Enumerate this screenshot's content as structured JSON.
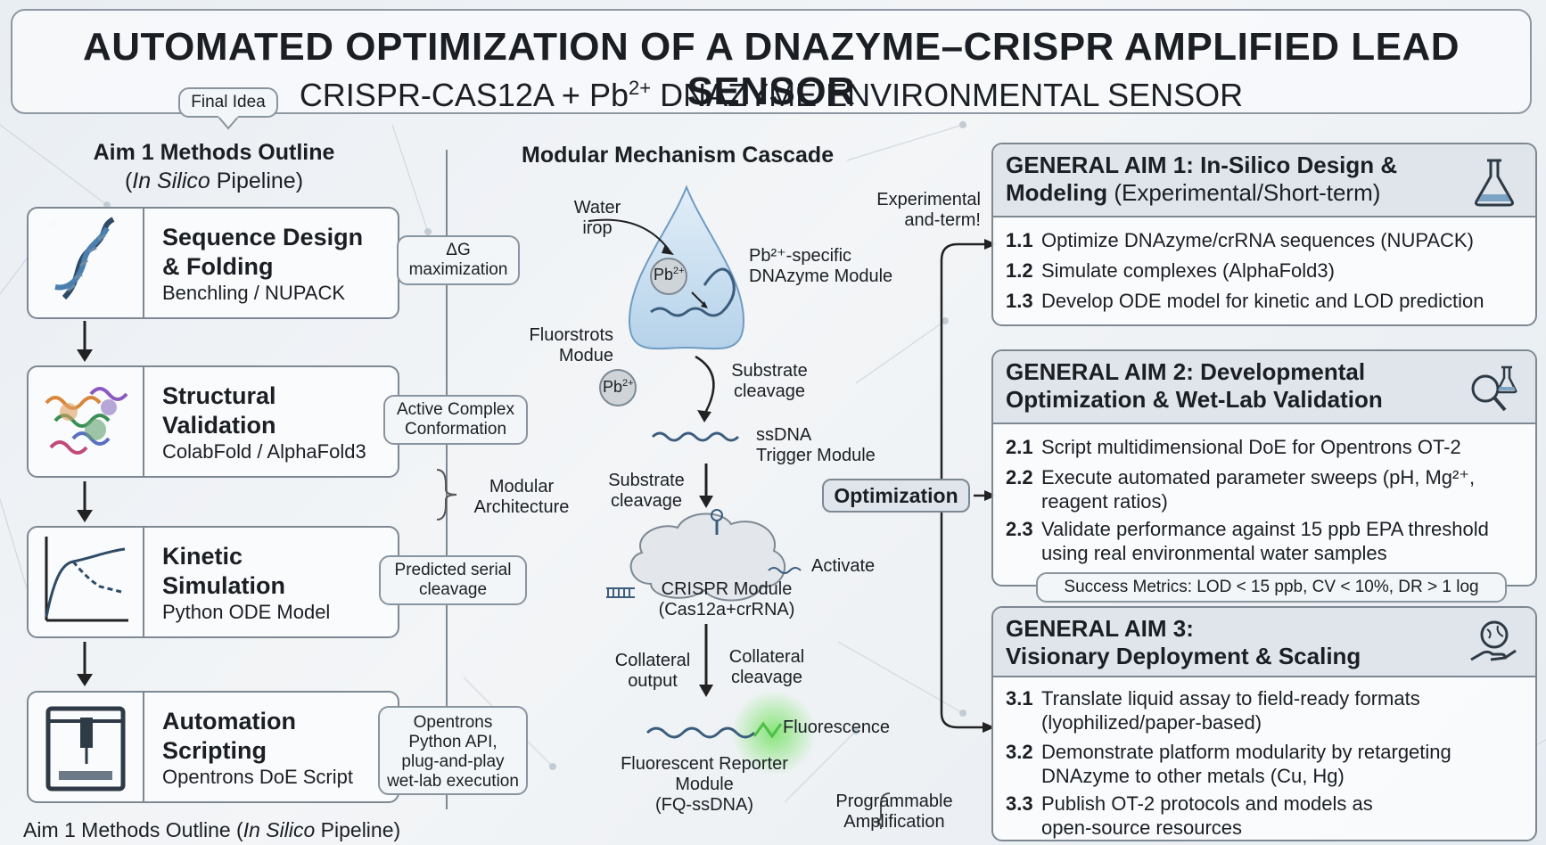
{
  "title": {
    "main": "AUTOMATED OPTIMIZATION OF A DNAZYME–CRISPR AMPLIFIED LEAD SENSOR",
    "sub_prefix": "CRISPR-CAS12A + Pb",
    "sub_sup": "2+",
    "sub_suffix": " DNAZYME ENVIRONMENTAL SENSOR"
  },
  "final_idea_tag": "Final Idea",
  "aim1_outline": {
    "heading": "Aim 1 Methods Outline",
    "sub_open": "(",
    "sub_italic": "In Silico",
    "sub_close": " Pipeline)",
    "footer_prefix": "Aim 1 Methods Outline (",
    "footer_italic": "In Silico",
    "footer_suffix": " Pipeline)",
    "steps": [
      {
        "title_1": "Sequence Design",
        "title_2": "& Folding",
        "subtitle": "Benchling / NUPACK",
        "note_1": "ΔG",
        "note_2": "maximization",
        "note_3": "",
        "note_4": "",
        "icon": "dna-helix-icon"
      },
      {
        "title_1": "Structural",
        "title_2": "Validation",
        "subtitle": "ColabFold / AlphaFold3",
        "note_1": "Active Complex",
        "note_2": "Conformation",
        "note_3": "",
        "note_4": "",
        "icon": "protein-structure-icon"
      },
      {
        "title_1": "Kinetic",
        "title_2": "Simulation",
        "subtitle": "Python ODE Model",
        "note_1": "Predicted serial",
        "note_2": "cleavage",
        "note_3": "",
        "note_4": "",
        "icon": "kinetic-curve-icon"
      },
      {
        "title_1": "Automation",
        "title_2": "Scripting",
        "subtitle": "Opentrons DoE Script",
        "note_1": "Opentrons",
        "note_2": "Python API,",
        "note_3": "plug-and-play",
        "note_4": "wet-lab execution",
        "icon": "liquid-handler-icon"
      }
    ],
    "modular_label_1": "Modular",
    "modular_label_2": "Architecture"
  },
  "cascade": {
    "heading": "Modular Mechanism Cascade",
    "water_1": "Water",
    "water_2": "irop",
    "pb_ion": "Pb",
    "pb_sup": "2+",
    "dnazyme_1": "Pb²⁺-specific",
    "dnazyme_2": "DNAzyme Module",
    "fluor_1": "Fluorstrots",
    "fluor_2": "Modue",
    "substrate1_1": "Substrate",
    "substrate1_2": "cleavage",
    "ssdna_1": "ssDNA",
    "ssdna_2": "Trigger Module",
    "substrate2_1": "Substrate",
    "substrate2_2": "cleavage",
    "activate": "Activate",
    "crispr_1": "CRISPR Module",
    "crispr_2": "(Cas12a+crRNA)",
    "collateral_out_1": "Collateral",
    "collateral_out_2": "output",
    "collateral_clv_1": "Collateral",
    "collateral_clv_2": "cleavage",
    "fluorescence": "Fluorescence",
    "reporter_1": "Fluorescent Reporter",
    "reporter_2": "Module",
    "reporter_3": "(FQ-ssDNA)",
    "programmable_1": "Programmable",
    "programmable_2": "Amplification",
    "experimental_1": "Experimental",
    "experimental_2": "and-term!",
    "optimization": "Optimization"
  },
  "aims": [
    {
      "head_bold_1": "GENERAL AIM 1: In-Silico Design &",
      "head_bold_2": "Modeling",
      "head_rest_2": " (Experimental/Short-term)",
      "icon": "flask-icon",
      "items": [
        {
          "num": "1.1",
          "text_1": "Optimize DNAzyme/crRNA sequences (NUPACK)",
          "text_2": ""
        },
        {
          "num": "1.2",
          "text_1": "Simulate complexes (AlphaFold3)",
          "text_2": ""
        },
        {
          "num": "1.3",
          "text_1": "Develop ODE model for kinetic and LOD prediction",
          "text_2": ""
        }
      ]
    },
    {
      "head_bold_1": "GENERAL AIM 2: Developmental",
      "head_bold_2": "Optimization & Wet-Lab Validation",
      "head_rest_2": "",
      "icon": "magnifier-flask-icon",
      "items": [
        {
          "num": "2.1",
          "text_1": "Script multidimensional DoE for Opentrons OT-2",
          "text_2": ""
        },
        {
          "num": "2.2",
          "text_1": "Execute automated parameter sweeps (pH, Mg²⁺,",
          "text_2": "reagent ratios)"
        },
        {
          "num": "2.3",
          "text_1": "Validate performance against 15 ppb EPA threshold",
          "text_2": "using real environmental water samples"
        }
      ],
      "metrics": "Success Metrics: LOD < 15 ppb, CV < 10%, DR > 1 log"
    },
    {
      "head_bold_1": "GENERAL AIM 3:",
      "head_bold_2": "Visionary Deployment & Scaling",
      "head_rest_2": "",
      "icon": "globe-hand-icon",
      "items": [
        {
          "num": "3.1",
          "text_1": "Translate liquid assay to field-ready formats",
          "text_2": "(lyophilized/paper-based)"
        },
        {
          "num": "3.2",
          "text_1": "Demonstrate platform modularity by retargeting",
          "text_2": "DNAzyme to other metals (Cu, Hg)"
        },
        {
          "num": "3.3",
          "text_1": "Publish OT-2 protocols and models as",
          "text_2": "open-source resources"
        }
      ]
    }
  ]
}
